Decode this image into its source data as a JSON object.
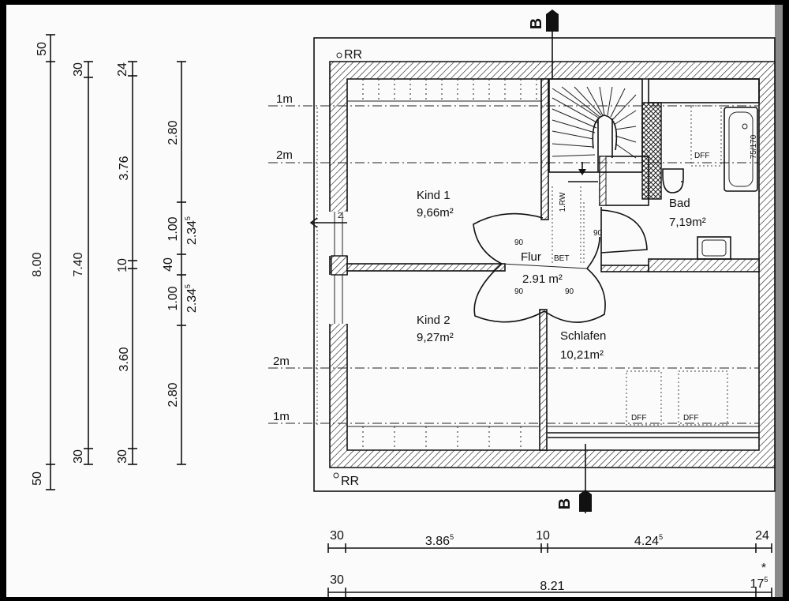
{
  "rooms": {
    "kind1": {
      "name": "Kind 1",
      "area": "9,66m²"
    },
    "kind2": {
      "name": "Kind 2",
      "area": "9,27m²"
    },
    "flur": {
      "name": "Flur",
      "area": "2.91 m²"
    },
    "bad": {
      "name": "Bad",
      "area": "7,19m²"
    },
    "schlafen": {
      "name": "Schlafen",
      "area": "10,21m²"
    }
  },
  "labels": {
    "rr_top": "RR",
    "rr_bottom": "RR",
    "section_top": "B",
    "section_bottom": "B",
    "dff_bath": "DFF",
    "dff_bed_left": "DFF",
    "dff_bed_right": "DFF",
    "bet": "BET",
    "rw": "1.RW",
    "tub": "75/170",
    "window_2": "2.",
    "door_kind1": "90",
    "door_stair": "90",
    "door_kind2": "90",
    "door_schlafen": "90",
    "line_1m_top": "1m",
    "line_2m_top": "2m",
    "line_2m_bottom": "2m",
    "line_1m_bottom": "1m"
  },
  "dims_left": {
    "col1": {
      "top": "50",
      "main": "8.00",
      "bottom": "50"
    },
    "col2": {
      "top": "30",
      "main": "7.40",
      "bottom": "30"
    },
    "col3": {
      "top": "24",
      "upper": "3.76",
      "mid": "10",
      "lower": "3.60",
      "bottom": "30"
    },
    "col4": {
      "upper": "2.80",
      "a": "1.00",
      "b": "40",
      "c": "1.00",
      "lower": "2.80"
    },
    "col5": {
      "a": "2.34",
      "a_sup": "5",
      "b": "2.34",
      "b_sup": "5"
    }
  },
  "dims_bottom": {
    "row1": {
      "left": "30",
      "seg1": "3.86",
      "seg1_sup": "5",
      "mid": "10",
      "seg2": "4.24",
      "seg2_sup": "5",
      "right": "24"
    },
    "row2": {
      "left": "30",
      "total": "8.21",
      "right": "17",
      "right_sup": "5"
    }
  }
}
